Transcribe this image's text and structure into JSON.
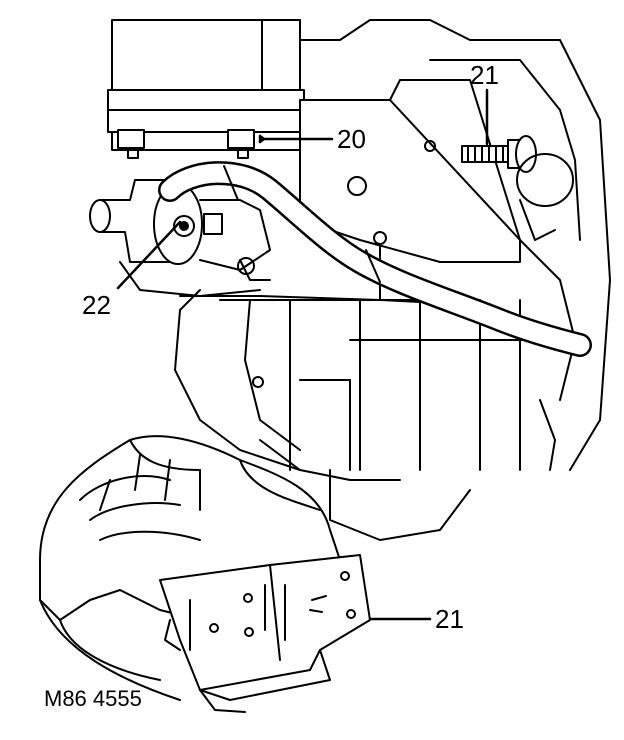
{
  "diagram": {
    "callouts": [
      {
        "id": "21-top",
        "text": "21"
      },
      {
        "id": "20",
        "text": "20"
      },
      {
        "id": "22",
        "text": "22"
      },
      {
        "id": "21-bottom",
        "text": "21"
      }
    ],
    "figure_ref": "M86 4555",
    "colors": {
      "ink": "#000000",
      "paper": "#ffffff"
    }
  }
}
